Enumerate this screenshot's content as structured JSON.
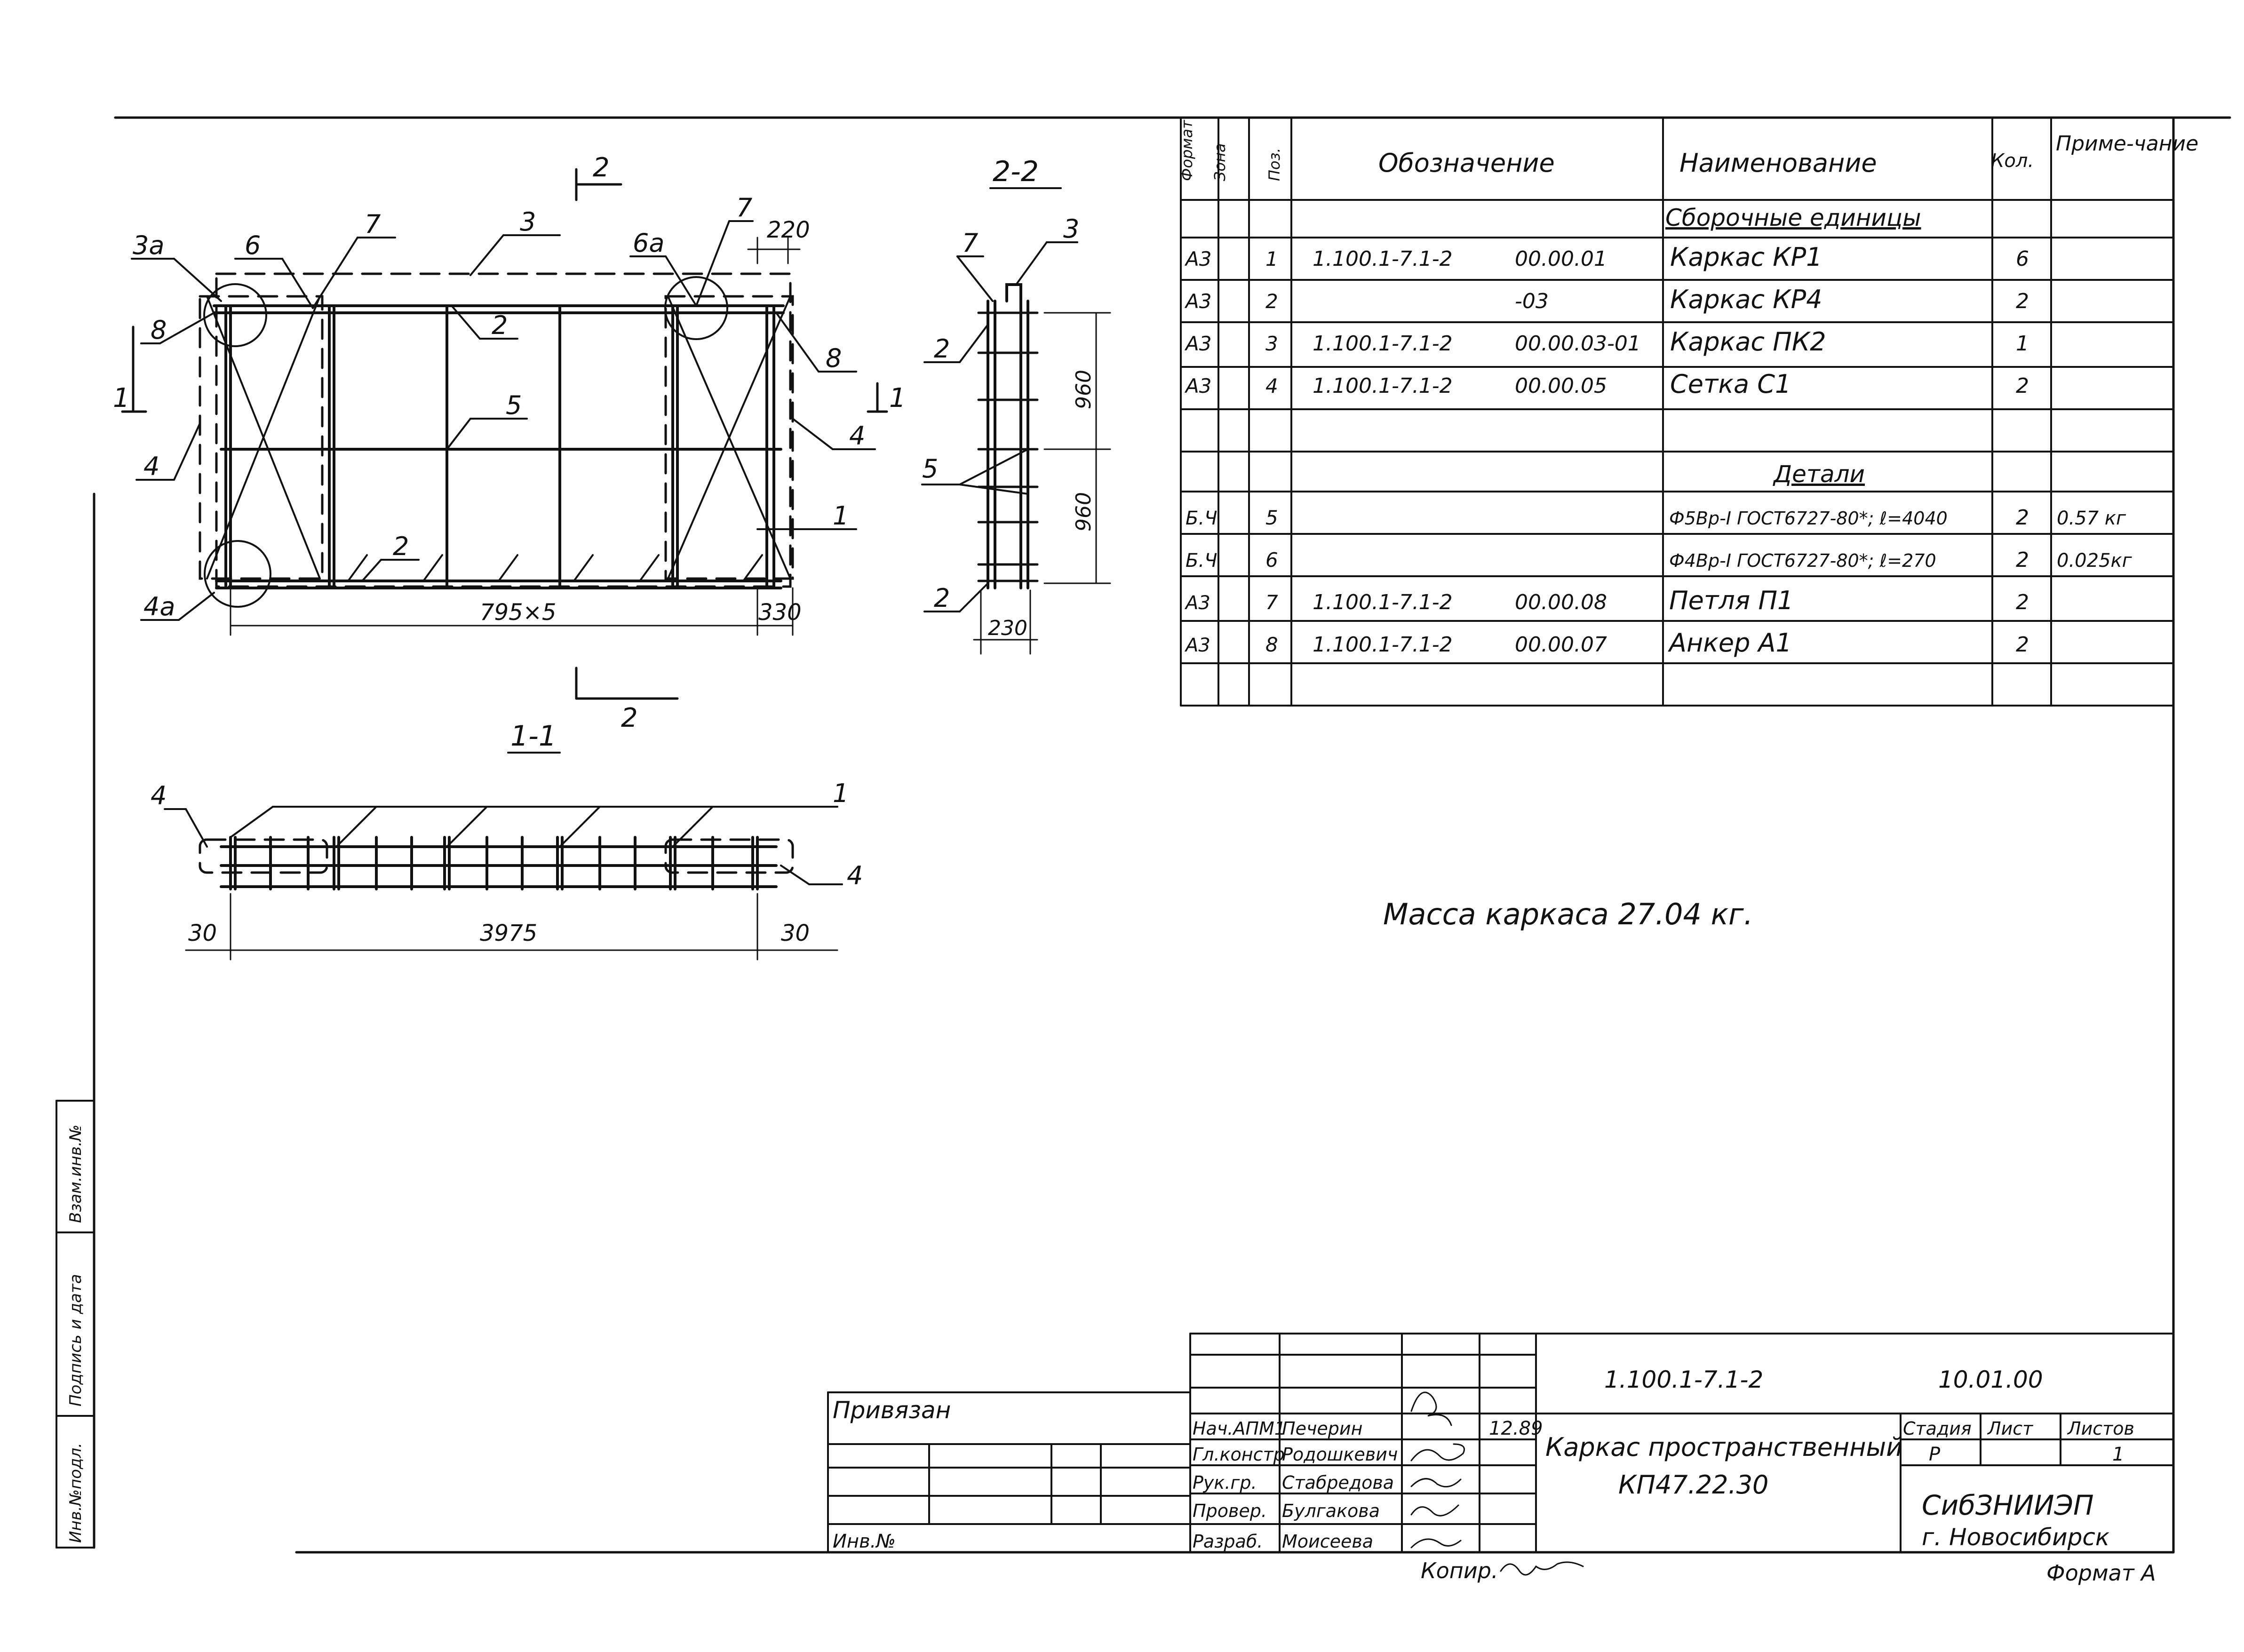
{
  "sheet_code": "1.100.1-7.1-2",
  "sheet_date": "10.01.00",
  "drawing": {
    "section_mark_22": "2-2",
    "section_mark_11": "1-1",
    "cut_marks": {
      "top": "2",
      "bottom": "2",
      "left": "1",
      "right": "1"
    },
    "plan_labels": [
      "3а",
      "6",
      "7",
      "3",
      "2",
      "6а",
      "7",
      "8",
      "8",
      "4",
      "4",
      "5",
      "1",
      "2",
      "4а"
    ],
    "plan_dims": {
      "spacing": "795×5",
      "end": "330",
      "top": "220"
    },
    "side_labels": [
      "7",
      "3",
      "2",
      "5",
      "2"
    ],
    "side_dims": {
      "h1": "960",
      "h2": "960",
      "w": "230"
    },
    "section_labels": {
      "left": "4",
      "top": "1",
      "right": "4"
    },
    "section_dims": {
      "left": "30",
      "length": "3975",
      "right": "30"
    }
  },
  "spec": {
    "headers": {
      "format": "Формат",
      "zone": "Зона",
      "pos": "Поз.",
      "designation": "Обозначение",
      "name": "Наименование",
      "qty": "Кол.",
      "note": "Приме-чание"
    },
    "section_assembly": "Сборочные единицы",
    "section_details": "Детали",
    "assembly_rows": [
      {
        "format": "А3",
        "pos": "1",
        "code": "1.100.1-7.1-2",
        "num": "00.00.01",
        "name": "Каркас КР1",
        "qty": "6",
        "note": ""
      },
      {
        "format": "А3",
        "pos": "2",
        "code": "",
        "num": "-03",
        "name": "Каркас КР4",
        "qty": "2",
        "note": ""
      },
      {
        "format": "А3",
        "pos": "3",
        "code": "1.100.1-7.1-2",
        "num": "00.00.03-01",
        "name": "Каркас ПК2",
        "qty": "1",
        "note": ""
      },
      {
        "format": "А3",
        "pos": "4",
        "code": "1.100.1-7.1-2",
        "num": "00.00.05",
        "name": "Сетка С1",
        "qty": "2",
        "note": ""
      }
    ],
    "detail_rows": [
      {
        "format": "Б.Ч",
        "pos": "5",
        "code": "",
        "num": "",
        "name": "Ф5Вр-I ГОСТ6727-80*; ℓ=4040",
        "qty": "2",
        "note": "0.57 кг"
      },
      {
        "format": "Б.Ч",
        "pos": "6",
        "code": "",
        "num": "",
        "name": "Ф4Вр-I ГОСТ6727-80*; ℓ=270",
        "qty": "2",
        "note": "0.025кг"
      },
      {
        "format": "А3",
        "pos": "7",
        "code": "1.100.1-7.1-2",
        "num": "00.00.08",
        "name": "Петля П1",
        "qty": "2",
        "note": ""
      },
      {
        "format": "А3",
        "pos": "8",
        "code": "1.100.1-7.1-2",
        "num": "00.00.07",
        "name": "Анкер А1",
        "qty": "2",
        "note": ""
      }
    ]
  },
  "mass_note": "Масса каркаса 27.04 кг.",
  "left_strip": {
    "top": "Взам.инв.№",
    "middle": "Подпись и дата",
    "bottom": "Инв.№подл."
  },
  "title_block": {
    "privyazan": "Привязан",
    "inv_no": "Инв.№",
    "roles": [
      {
        "role": "Нач.АПМ1",
        "name": "Печерин",
        "date": "12.89"
      },
      {
        "role": "Гл.констр",
        "name": "Родошкевич",
        "date": ""
      },
      {
        "role": "Рук.гр.",
        "name": "Стабредова",
        "date": ""
      },
      {
        "role": "Провер.",
        "name": "Булгакова",
        "date": ""
      },
      {
        "role": "Разраб.",
        "name": "Моисеева",
        "date": ""
      }
    ],
    "title_line1": "Каркас пространственный",
    "title_line2": "КП47.22.30",
    "stage_label": "Стадия",
    "sheet_label": "Лист",
    "sheets_label": "Листов",
    "stage": "Р",
    "sheets": "1",
    "org_line1": "СибЗНИИЭП",
    "org_line2": "г. Новосибирск"
  },
  "footer": {
    "copied": "Копир.",
    "format": "Формат А"
  }
}
